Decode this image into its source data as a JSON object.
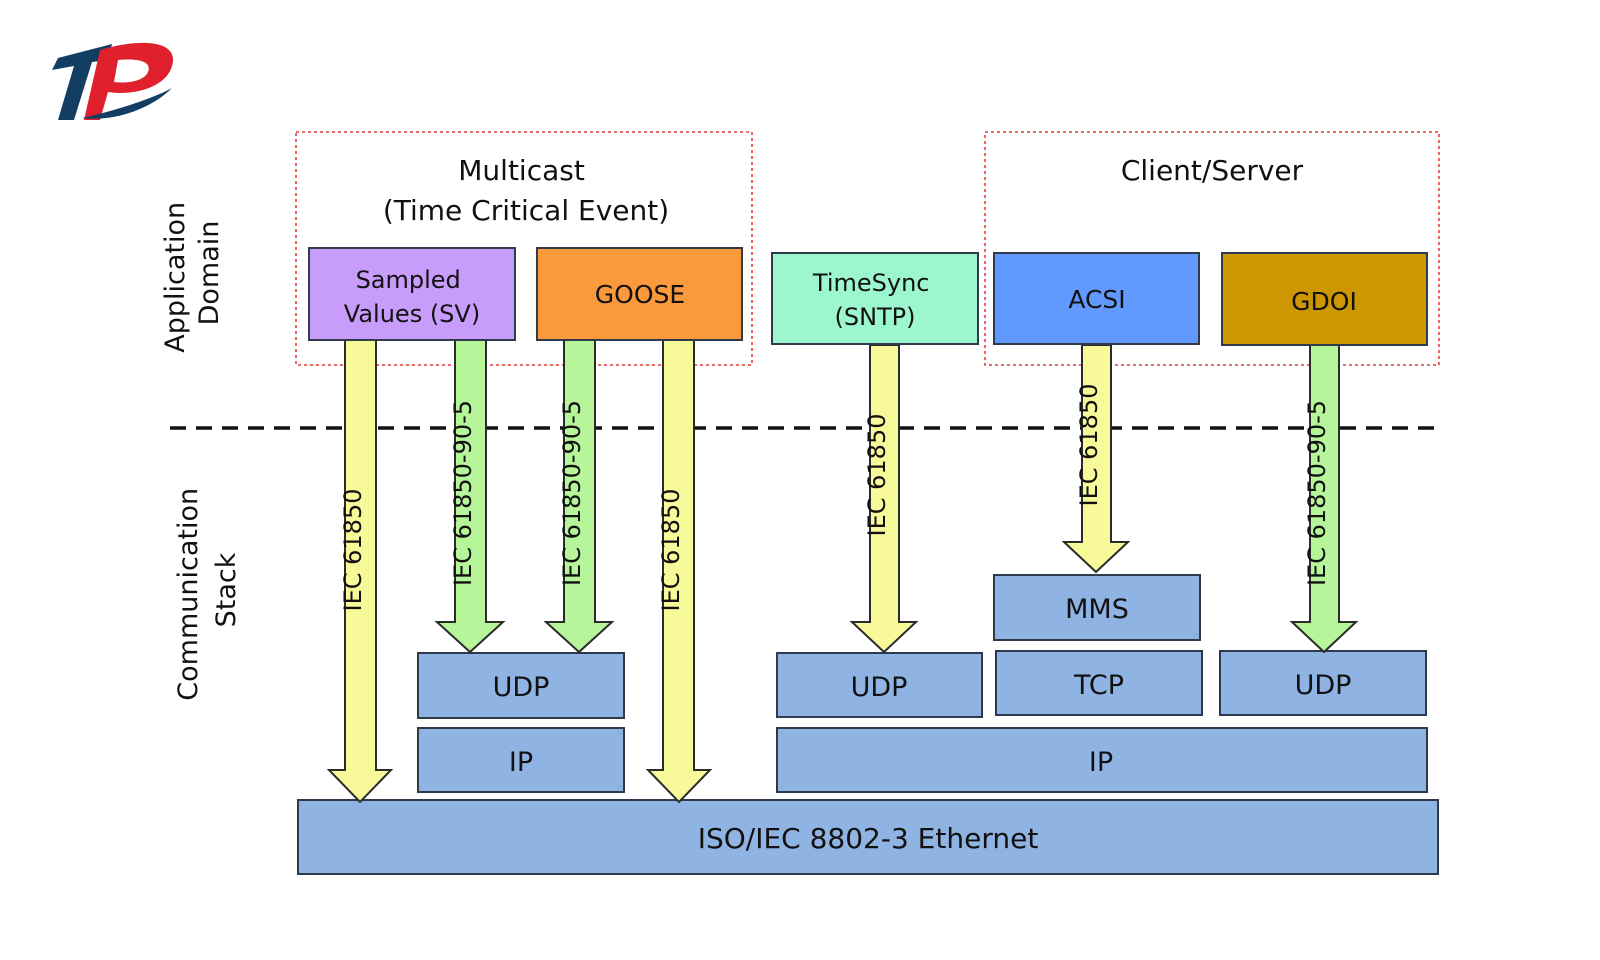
{
  "logo": {
    "text": "TP"
  },
  "side_labels": {
    "application": [
      "Application",
      "Domain"
    ],
    "communication": [
      "Communication",
      "Stack"
    ]
  },
  "groups": {
    "multicast": [
      "Multicast",
      "(Time Critical Event)"
    ],
    "client_server": "Client/Server"
  },
  "services": {
    "sv": [
      "Sampled",
      "Values (SV)"
    ],
    "goose": "GOOSE",
    "timesync": [
      "TimeSync",
      "(SNTP)"
    ],
    "acsi": "ACSI",
    "gdoi": "GDOI"
  },
  "arrows": {
    "sv_direct": "IEC 61850",
    "sv_udp": "IEC 61850-90-5",
    "goose_udp": "IEC 61850-90-5",
    "goose_direct": "IEC 61850",
    "timesync": "IEC 61850",
    "acsi": "IEC 61850",
    "gdoi": "IEC 61850-90-5"
  },
  "layers": {
    "udp_left": "UDP",
    "ip_left": "IP",
    "udp_mid": "UDP",
    "mms": "MMS",
    "tcp": "TCP",
    "udp_right": "UDP",
    "ip_right": "IP",
    "ethernet": "ISO/IEC 8802-3 Ethernet"
  },
  "colors": {
    "sv": "#c89cfa",
    "goose": "#fb9a3c",
    "timesync": "#9cf7cf",
    "acsi": "#6199ff",
    "gdoi": "#cc9700",
    "layer": "#8fb4e3",
    "arrow_iec": "#f8fa9a",
    "arrow_905": "#b6f59a",
    "group_border": "#e23b3b",
    "logo_blue": "#123e63",
    "logo_red": "#e0202c"
  }
}
